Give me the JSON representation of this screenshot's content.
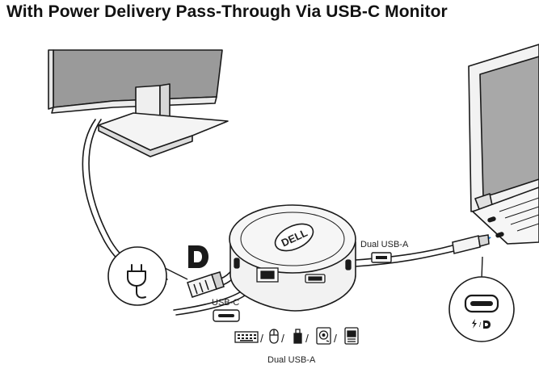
{
  "title": "With Power Delivery Pass-Through Via USB-C Monitor",
  "labels": {
    "dual_usb_a_top": "Dual USB-A",
    "usb_c": "USB-C",
    "dual_usb_a_bottom": "Dual USB-A",
    "logo": "DELL"
  },
  "icons": {
    "displayport": "displayport-logo-icon",
    "power_plug": "power-plug-icon",
    "usb_c_port": "usb-c-port-icon",
    "usb_a_port": "usb-a-port-icon",
    "keyboard": "keyboard-icon",
    "mouse": "mouse-icon",
    "flash_drive": "flash-drive-icon",
    "hard_drive": "hard-drive-icon",
    "ssd": "ssd-icon",
    "power_display": "power-displayport-icon"
  },
  "colors": {
    "line": "#1a1a1a",
    "screen": "#9a9a9a",
    "screen_laptop": "#a8a8a8",
    "accent_blue": "#1f7fd8",
    "device_fill": "#f2f2f2"
  }
}
